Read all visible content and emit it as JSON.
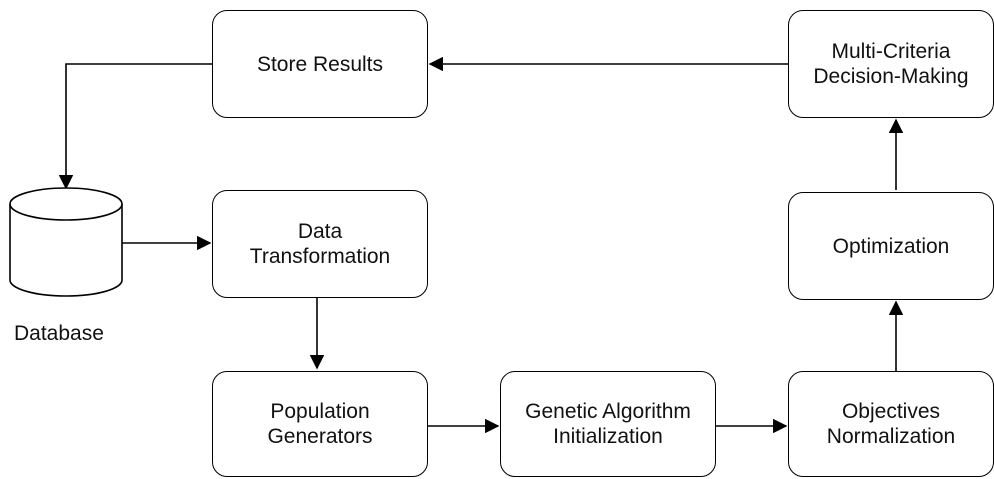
{
  "nodes": {
    "store_results": {
      "lines": [
        "Store Results"
      ]
    },
    "mcdm": {
      "lines": [
        "Multi-Criteria",
        "Decision-Making"
      ]
    },
    "data_transformation": {
      "lines": [
        "Data",
        "Transformation"
      ]
    },
    "optimization": {
      "lines": [
        "Optimization"
      ]
    },
    "population_generators": {
      "lines": [
        "Population",
        "Generators"
      ]
    },
    "ga_initialization": {
      "lines": [
        "Genetic Algorithm",
        "Initialization"
      ]
    },
    "objectives_normalization": {
      "lines": [
        "Objectives",
        "Normalization"
      ]
    }
  },
  "database": {
    "label": "Database"
  },
  "edges": [
    {
      "from": "mcdm",
      "to": "store_results"
    },
    {
      "from": "store_results",
      "to": "database"
    },
    {
      "from": "database",
      "to": "data_transformation"
    },
    {
      "from": "data_transformation",
      "to": "population_generators"
    },
    {
      "from": "population_generators",
      "to": "ga_initialization"
    },
    {
      "from": "ga_initialization",
      "to": "objectives_normalization"
    },
    {
      "from": "objectives_normalization",
      "to": "optimization"
    },
    {
      "from": "optimization",
      "to": "mcdm"
    }
  ]
}
